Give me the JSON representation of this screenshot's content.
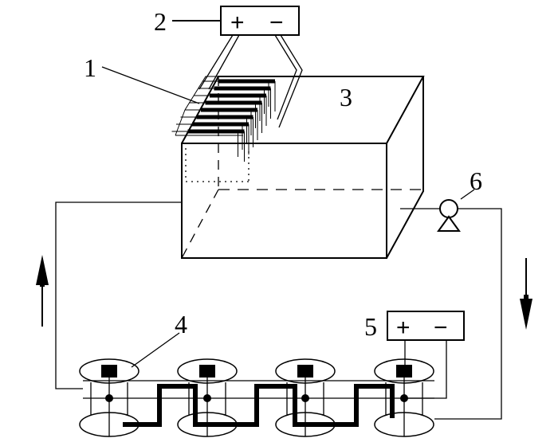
{
  "labels": {
    "electrode_stack": "1",
    "upper_power_supply": "2",
    "tank": "3",
    "cell_array": "4",
    "lower_power_supply": "5",
    "pump": "6"
  },
  "upper_power_supply": {
    "plus": "+",
    "minus": "−"
  },
  "lower_power_supply": {
    "plus": "+",
    "minus": "−"
  },
  "flow_arrows": {
    "left": "up",
    "right": "down"
  }
}
